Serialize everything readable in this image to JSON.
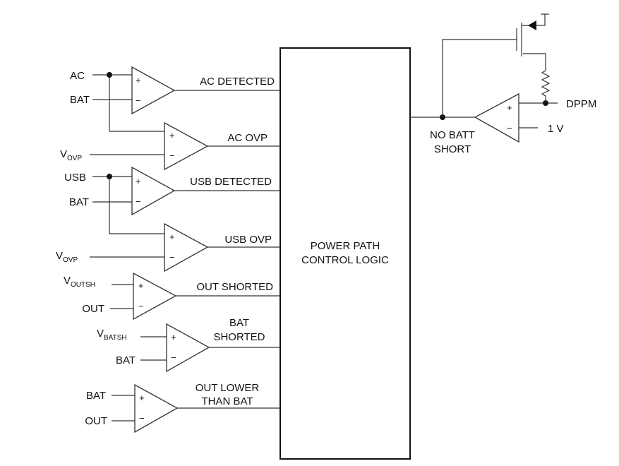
{
  "logic_block": {
    "line1": "POWER PATH",
    "line2": "CONTROL LOGIC"
  },
  "signs": {
    "plus": "+",
    "minus": "−"
  },
  "comparators": {
    "ac_detect": {
      "in_plus": "AC",
      "in_minus": "BAT",
      "output": "AC DETECTED"
    },
    "ac_ovp": {
      "in_minus_main": "V",
      "in_minus_sub": "OVP",
      "output": "AC OVP"
    },
    "usb_detect": {
      "in_plus": "USB",
      "in_minus": "BAT",
      "output": "USB DETECTED"
    },
    "usb_ovp": {
      "in_minus_main": "V",
      "in_minus_sub": "OVP",
      "output": "USB OVP"
    },
    "out_short": {
      "in_plus_main": "V",
      "in_plus_sub": "OUTSH",
      "in_minus": "OUT",
      "output": "OUT SHORTED"
    },
    "bat_short": {
      "in_plus_main": "V",
      "in_plus_sub": "BATSH",
      "in_minus": "BAT",
      "output_line1": "BAT",
      "output_line2": "SHORTED"
    },
    "out_lower": {
      "in_plus": "BAT",
      "in_minus": "OUT",
      "output_line1": "OUT LOWER",
      "output_line2": "THAN BAT"
    }
  },
  "right_side": {
    "net_line1": "NO BATT",
    "net_line2": "SHORT",
    "dppm": "DPPM",
    "ref": "1 V"
  }
}
